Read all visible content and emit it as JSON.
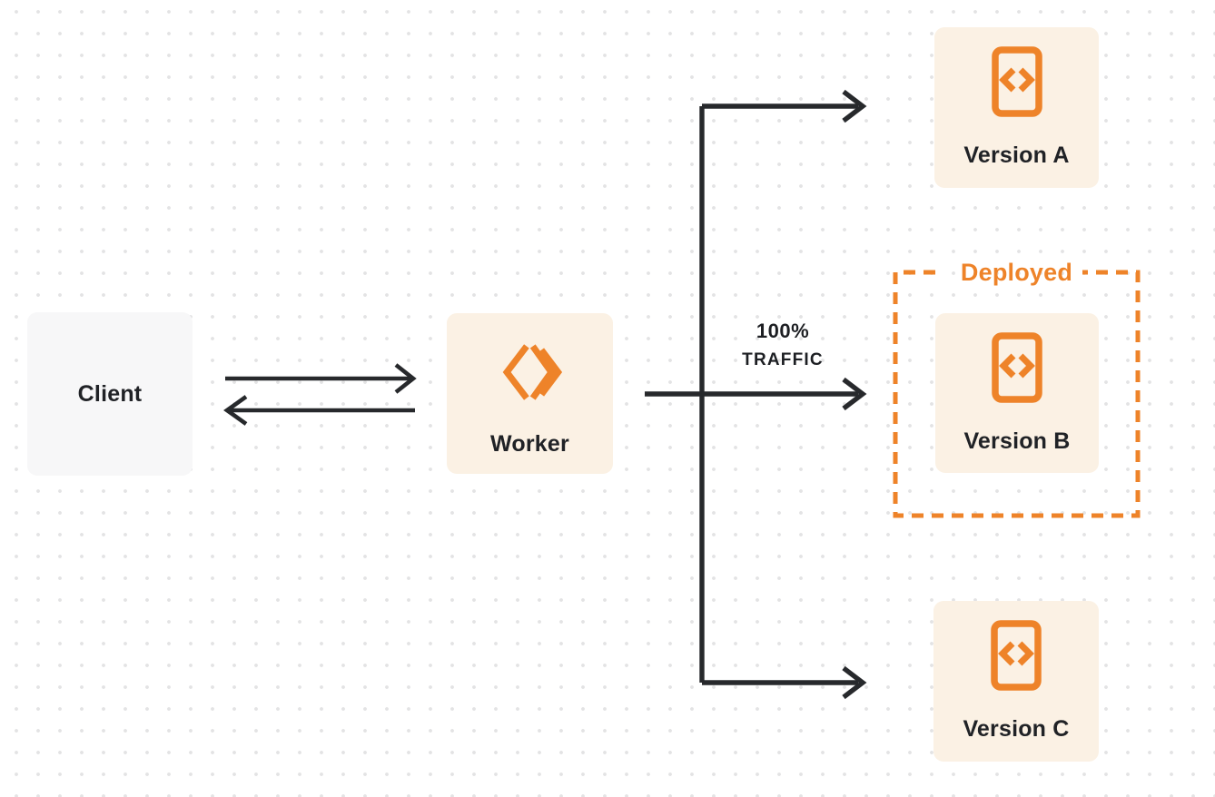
{
  "diagram": {
    "title": "worker-traffic-routing-diagram",
    "colors": {
      "accent_orange": "#ee8329",
      "node_cream_bg": "#fbf1e4",
      "node_gray_bg": "#f7f7f8",
      "text_dark": "#202226",
      "arrow_dark": "#27292c",
      "dot_grid": "#e3e3e4",
      "background": "#ffffff"
    },
    "nodes": {
      "client": {
        "label": "Client"
      },
      "worker": {
        "label": "Worker",
        "icon": "cloudflare-workers-logo-icon"
      },
      "version_a": {
        "label": "Version A",
        "icon": "code-file-icon"
      },
      "version_b": {
        "label": "Version B",
        "icon": "code-file-icon"
      },
      "version_c": {
        "label": "Version C",
        "icon": "code-file-icon"
      }
    },
    "annotations": {
      "deployed_label": "Deployed",
      "traffic_line1": "100%",
      "traffic_line2": "TRAFFIC"
    },
    "edges": [
      {
        "from": "client",
        "to": "worker",
        "style": "arrow-right"
      },
      {
        "from": "worker",
        "to": "client",
        "style": "arrow-left"
      },
      {
        "from": "worker",
        "to": "version_a",
        "style": "branch-arrow"
      },
      {
        "from": "worker",
        "to": "version_b",
        "style": "branch-arrow",
        "label": "100% TRAFFIC"
      },
      {
        "from": "worker",
        "to": "version_c",
        "style": "branch-arrow"
      }
    ]
  }
}
